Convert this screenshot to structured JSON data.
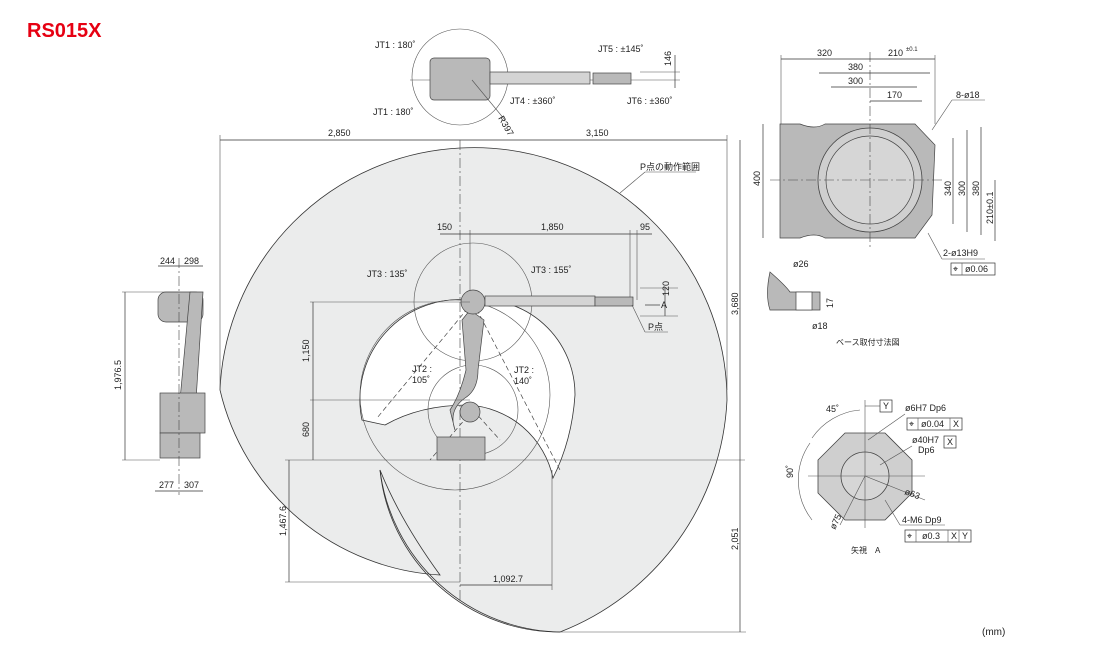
{
  "title": "RS015X",
  "units": "(mm)",
  "colors": {
    "title": "#e60012",
    "range_fill": "#ebecec",
    "robot": "#b9b9b9"
  },
  "top_view": {
    "jt1_upper": "JT1 : 180˚",
    "jt1_lower": "JT1 : 180˚",
    "radius": "R397",
    "jt4": "JT4 : ±360˚",
    "jt5": "JT5 : ±145˚",
    "jt6": "JT6 : ±360˚",
    "dim_146": "146"
  },
  "side_view": {
    "dim_2850": "2,850",
    "dim_3150": "3,150",
    "range_label": "P点の動作範囲",
    "dim_150": "150",
    "dim_1850": "1,850",
    "dim_95": "95",
    "dim_120": "120",
    "jt3_left": "JT3 : 135˚",
    "jt3_right": "JT3 : 155˚",
    "jt2_left_1": "JT2 :",
    "jt2_left_2": "105˚",
    "jt2_right_1": "JT2 :",
    "jt2_right_2": "140˚",
    "point_a": "A",
    "point_p": "P点",
    "dim_1150": "1,150",
    "dim_680": "680",
    "dim_3680": "3,680",
    "dim_2051": "2,051",
    "dim_1467": "1,467.6",
    "dim_1092": "1,092.7"
  },
  "front_view": {
    "dim_244": "244",
    "dim_298": "298",
    "dim_1976": "1,976.5",
    "dim_277": "277",
    "dim_307": "307"
  },
  "base": {
    "dim_320": "320",
    "dim_210": "210",
    "tol_210": "±0.1",
    "dim_380": "380",
    "dim_300": "300",
    "dim_170": "170",
    "holes": "8-ø18",
    "dim_400": "400",
    "dim_340": "340",
    "dim_300v": "300",
    "dim_380v": "380",
    "dim_210v": "210±0.1",
    "pin_holes": "2-ø13H9",
    "pin_tol": "ø0.06",
    "detail_d26": "ø26",
    "detail_17": "17",
    "detail_d18": "ø18",
    "detail_caption": "ベース取付寸法図"
  },
  "flange": {
    "angle_45": "45˚",
    "angle_90": "90˚",
    "datum_y": "Y",
    "hole_6": "ø6H7 Dp6",
    "tol_004": "ø0.04",
    "datum_x1": "X",
    "bore_40": "ø40H7",
    "bore_depth": "Dp6",
    "datum_x2": "X",
    "pcd_63": "ø63",
    "pcd_75": "ø75",
    "tap": "4-M6 Dp9",
    "tol_03": "ø0.3",
    "datum_x3": "X",
    "datum_y2": "Y",
    "caption": "矢視　A"
  }
}
